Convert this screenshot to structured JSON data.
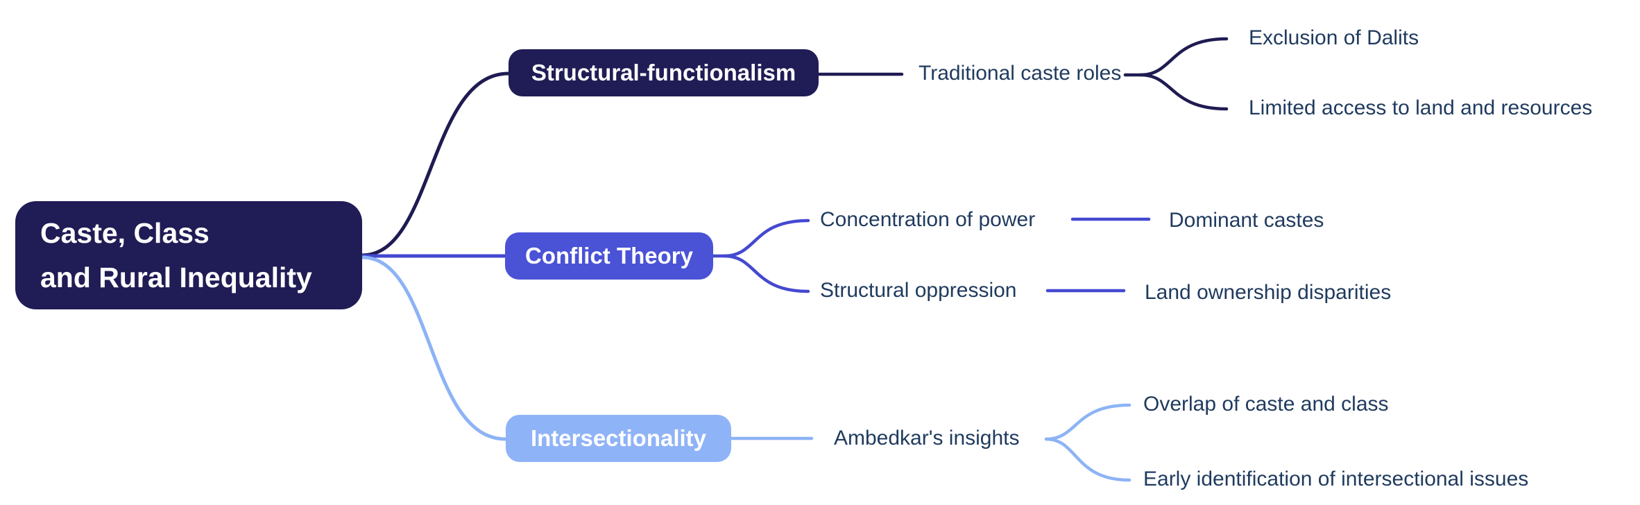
{
  "mindmap": {
    "title": "Caste, Class and Rural Inequality mind map",
    "root": {
      "label": "Caste, Class and Rural Inequality",
      "lines": [
        "Caste, Class",
        "and Rural Inequality"
      ]
    },
    "branches": [
      {
        "label": "Structural-functionalism",
        "color": "#201c55",
        "children": [
          {
            "label": "Traditional caste roles",
            "children": [
              {
                "label": "Exclusion of Dalits"
              },
              {
                "label": "Limited access to land and resources"
              }
            ]
          }
        ]
      },
      {
        "label": "Conflict Theory",
        "color": "#4a52d6",
        "children": [
          {
            "label": "Concentration of power",
            "children": [
              {
                "label": "Dominant castes"
              }
            ]
          },
          {
            "label": "Structural oppression",
            "children": [
              {
                "label": "Land ownership disparities"
              }
            ]
          }
        ]
      },
      {
        "label": "Intersectionality",
        "color": "#8fb3f7",
        "children": [
          {
            "label": "Ambedkar's insights",
            "children": [
              {
                "label": "Overlap of caste and class"
              },
              {
                "label": "Early identification of intersectional issues"
              }
            ]
          }
        ]
      }
    ],
    "colors": {
      "background": "#ffffff",
      "navy": "#201c55",
      "navy_line": "#1f1b52",
      "indigo": "#4a52d6",
      "indigo_line": "#4449d1",
      "lightblue": "#8fb3f7",
      "lightblue_line": "#8db3f6",
      "leaf_text": "#1f3a5e",
      "node_text": "#ffffff"
    }
  }
}
